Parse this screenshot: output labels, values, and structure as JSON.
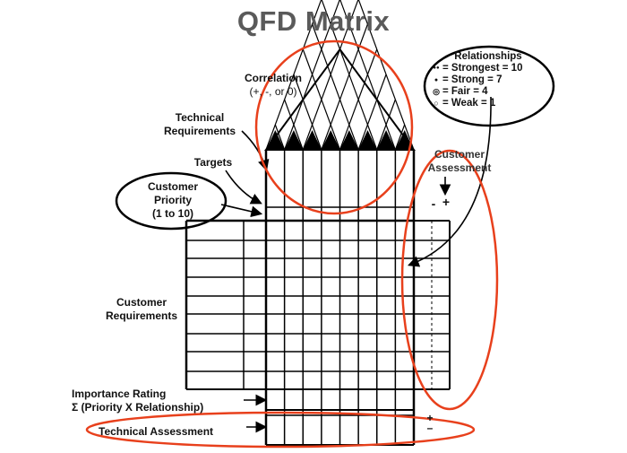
{
  "title": "QFD Matrix",
  "labels": {
    "correlation_line1": "Correlation",
    "correlation_line2": "(+, -, or 0)",
    "technical_requirements_line1": "Technical",
    "technical_requirements_line2": "Requirements",
    "targets": "Targets",
    "customer_priority_line1": "Customer",
    "customer_priority_line2": "Priority",
    "customer_priority_line3": "(1 to 10)",
    "customer_assessment_line1": "Customer",
    "customer_assessment_line2": "Assessment",
    "assessment_minus": "-",
    "assessment_plus": "+",
    "customer_requirements_line1": "Customer",
    "customer_requirements_line2": "Requirements",
    "importance_rating_line1": "Importance Rating",
    "importance_rating_line2": "Σ (Priority X Relationship)",
    "technical_assessment": "Technical Assessment",
    "tech_assessment_plus": "+",
    "tech_assessment_minus": "–"
  },
  "relationships_legend": {
    "title": "Relationships",
    "items": [
      {
        "symbol": "●●",
        "text": "= Strongest = 10"
      },
      {
        "symbol": "●",
        "text": "= Strong = 7"
      },
      {
        "symbol": "◎",
        "text": "= Fair = 4"
      },
      {
        "symbol": "○",
        "text": "= Weak = 1"
      }
    ]
  },
  "colors": {
    "title": "#5a5a5a",
    "lines": "#000000",
    "highlight_ellipse": "#e8401c"
  }
}
